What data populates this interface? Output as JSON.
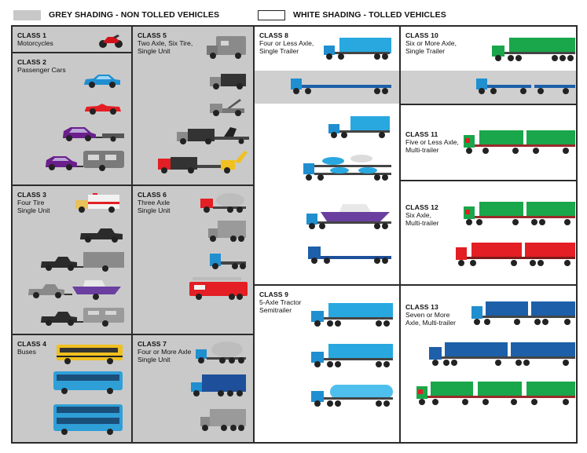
{
  "legend": {
    "grey": "GREY SHADING - NON TOLLED VEHICLES",
    "white": "WHITE SHADING - TOLLED VEHICLES"
  },
  "colors": {
    "grey_panel": "#c9c9c9",
    "white_panel": "#ffffff",
    "divider": "#2b2b2b",
    "blue": "#29a8e0",
    "green": "#1aa64a",
    "red": "#e31e24",
    "navy": "#1d5fa8"
  },
  "classes": {
    "c1": {
      "title": "CLASS 1",
      "desc": [
        "Motorcycles"
      ]
    },
    "c2": {
      "title": "CLASS 2",
      "desc": [
        "Passenger Cars"
      ]
    },
    "c3": {
      "title": "CLASS 3",
      "desc": [
        "Four Tire",
        "Single Unit"
      ]
    },
    "c4": {
      "title": "CLASS 4",
      "desc": [
        "Buses"
      ]
    },
    "c5": {
      "title": "CLASS 5",
      "desc": [
        "Two Axle, Six Tire,",
        "Single Unit"
      ]
    },
    "c6": {
      "title": "CLASS 6",
      "desc": [
        "Three Axle",
        "Single Unit"
      ]
    },
    "c7": {
      "title": "CLASS 7",
      "desc": [
        "Four or More Axle",
        "Single Unit"
      ]
    },
    "c8": {
      "title": "CLASS 8",
      "desc": [
        "Four or Less Axle,",
        "Single Trailer"
      ]
    },
    "c9": {
      "title": "CLASS 9",
      "desc": [
        "5-Axle Tractor",
        "Semitrailer"
      ]
    },
    "c10": {
      "title": "CLASS 10",
      "desc": [
        "Six or More Axle,",
        "Single Trailer"
      ]
    },
    "c11": {
      "title": "CLASS 11",
      "desc": [
        "Five or Less Axle,",
        "Multi-trailer"
      ]
    },
    "c12": {
      "title": "CLASS 12",
      "desc": [
        "Six Axle,",
        "Multi-trailer"
      ]
    },
    "c13": {
      "title": "CLASS 13",
      "desc": [
        "Seven or More",
        "Axle, Multi-trailer"
      ]
    }
  }
}
